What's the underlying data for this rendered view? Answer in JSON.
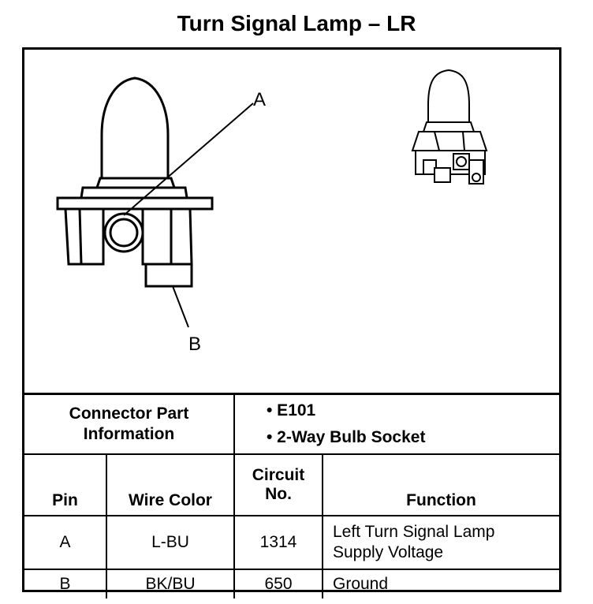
{
  "title": "Turn Signal Lamp – LR",
  "callouts": {
    "a": "A",
    "b": "B"
  },
  "connector": {
    "label_line1": "Connector Part",
    "label_line2": "Information",
    "bullets": [
      "• E101",
      "• 2-Way Bulb Socket"
    ]
  },
  "table": {
    "headers": {
      "pin": "Pin",
      "wire_color": "Wire Color",
      "circuit_line1": "Circuit",
      "circuit_line2": "No.",
      "function": "Function"
    },
    "rows": [
      {
        "pin": "A",
        "wire_color": "L-BU",
        "circuit": "1314",
        "function_line1": "Left Turn Signal Lamp",
        "function_line2": "Supply Voltage"
      },
      {
        "pin": "B",
        "wire_color": "BK/BU",
        "circuit": "650",
        "function_line1": "Ground",
        "function_line2": ""
      }
    ]
  }
}
